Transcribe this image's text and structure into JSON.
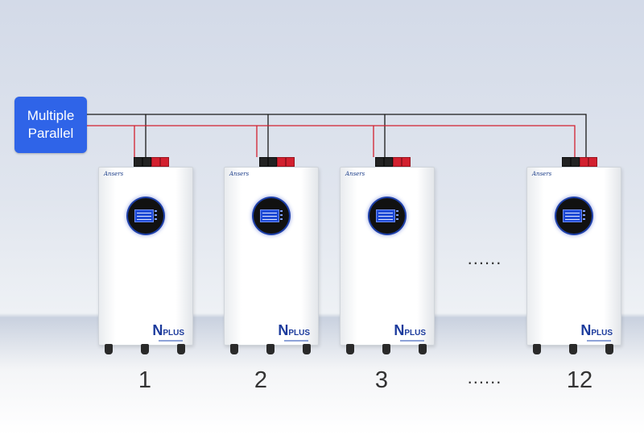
{
  "label": {
    "line1": "Multiple",
    "line2": "Parallel"
  },
  "units": [
    {
      "number": "1",
      "logo": "Ansers",
      "brand_n": "N",
      "brand_plus": "PLUS"
    },
    {
      "number": "2",
      "logo": "Ansers",
      "brand_n": "N",
      "brand_plus": "PLUS"
    },
    {
      "number": "3",
      "logo": "Ansers",
      "brand_n": "N",
      "brand_plus": "PLUS"
    },
    {
      "number": "12",
      "logo": "Ansers",
      "brand_n": "N",
      "brand_plus": "PLUS"
    }
  ],
  "ellipsis": "......",
  "colors": {
    "label_box": "#2f64e8",
    "wire_black": "#1a1a1a",
    "wire_red": "#d2202f",
    "brand": "#1b3a9c"
  }
}
